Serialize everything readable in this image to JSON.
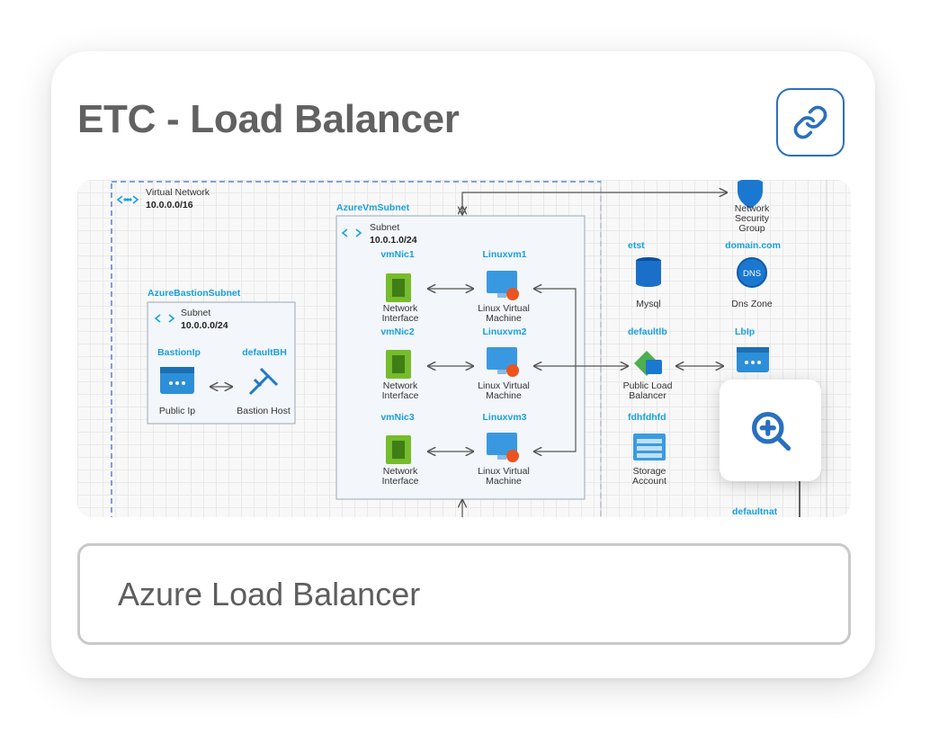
{
  "card": {
    "title": "ETC - Load Balancer"
  },
  "icons": {
    "link": "link-icon",
    "zoom": "zoom-in-icon"
  },
  "colors": {
    "accent": "#2a6fc0",
    "title": "#616161",
    "label_blue": "#1a9fe0"
  },
  "diagram": {
    "vnet": {
      "label": "Virtual Network",
      "cidr": "10.0.0.0/16"
    },
    "bastion_subnet": {
      "name": "AzureBastionSubnet",
      "label": "Subnet",
      "cidr": "10.0.0.0/24",
      "public_ip": {
        "name": "BastionIp",
        "caption": "Public Ip"
      },
      "host": {
        "name": "defaultBH",
        "caption": "Bastion Host"
      }
    },
    "vm_subnet": {
      "name": "AzureVmSubnet",
      "label": "Subnet",
      "cidr": "10.0.1.0/24",
      "nics": [
        {
          "name": "vmNic1",
          "caption1": "Network",
          "caption2": "Interface"
        },
        {
          "name": "vmNic2",
          "caption1": "Network",
          "caption2": "Interface"
        },
        {
          "name": "vmNic3",
          "caption1": "Network",
          "caption2": "Interface"
        }
      ],
      "vms": [
        {
          "name": "Linuxvm1",
          "caption1": "Linux Virtual",
          "caption2": "Machine"
        },
        {
          "name": "Linuxvm2",
          "caption1": "Linux Virtual",
          "caption2": "Machine"
        },
        {
          "name": "Linuxvm3",
          "caption1": "Linux Virtual",
          "caption2": "Machine"
        }
      ]
    },
    "nsg": {
      "caption1": "Network",
      "caption2": "Security",
      "caption3": "Group"
    },
    "mysql": {
      "name": "etst",
      "caption": "Mysql"
    },
    "dns": {
      "name": "domain.com",
      "caption": "Dns Zone",
      "icon_text": "DNS"
    },
    "lb": {
      "name": "defaultlb",
      "caption1": "Public Load",
      "caption2": "Balancer"
    },
    "lb_ip": {
      "name": "LbIp"
    },
    "storage": {
      "name": "fdhfdhfd",
      "caption1": "Storage",
      "caption2": "Account"
    },
    "nat": {
      "name": "defaultnat"
    }
  },
  "description": {
    "value": "Azure Load Balancer"
  }
}
